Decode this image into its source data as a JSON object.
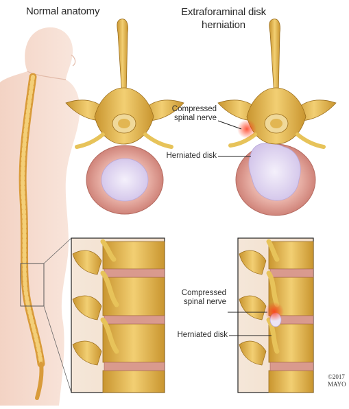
{
  "titles": {
    "left": "Normal anatomy",
    "right_line1": "Extraforaminal disk",
    "right_line2": "herniation"
  },
  "callouts": {
    "top_nerve_line1": "Compressed",
    "top_nerve_line2": "spinal nerve",
    "top_disk": "Herniated disk",
    "bottom_nerve_line1": "Compressed",
    "bottom_nerve_line2": "spinal nerve",
    "bottom_disk": "Herniated disk"
  },
  "credit": {
    "line1": "©2017",
    "line2": "MAYO"
  },
  "colors": {
    "skin": "#f6dccf",
    "bone": "#e8b84a",
    "bone_dark": "#b9862a",
    "disk": "#e3a49a",
    "nucleus": "#e4dbf2",
    "nerve_red": "#e0472f"
  }
}
